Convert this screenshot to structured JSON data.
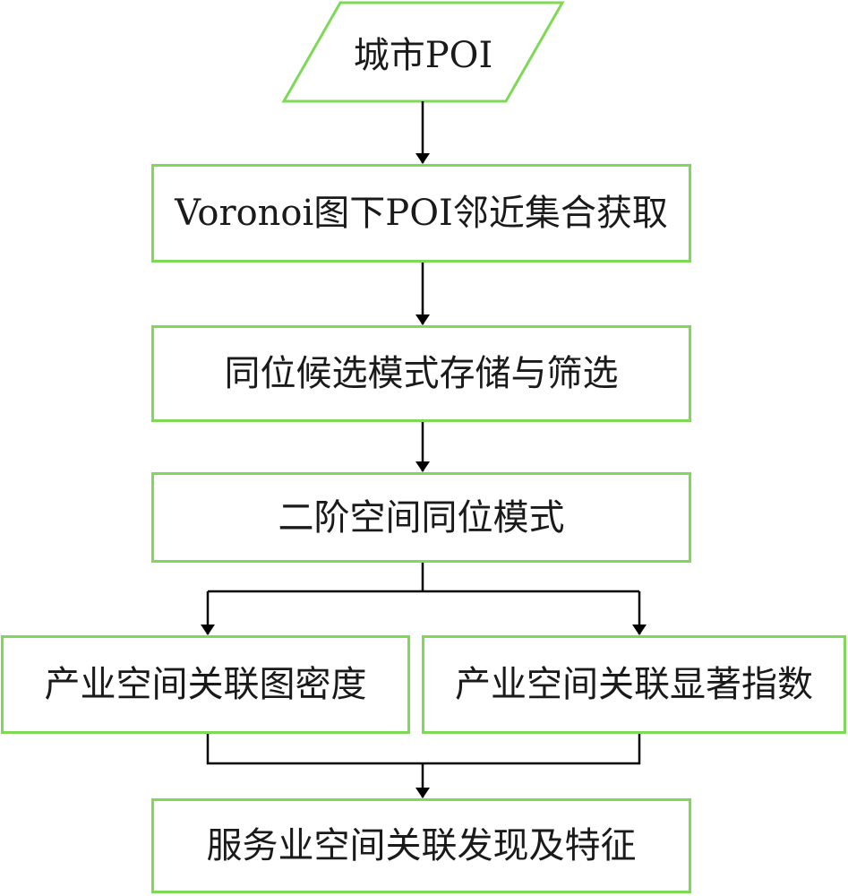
{
  "diagram": {
    "border_color": "#7ed957",
    "arrow_color": "#000000",
    "input_node": {
      "label": "城市POI",
      "shape": "parallelogram"
    },
    "steps": [
      {
        "id": "step-1",
        "label": "Voronoi图下POI邻近集合获取"
      },
      {
        "id": "step-2",
        "label": "同位候选模式存储与筛选"
      },
      {
        "id": "step-3",
        "label": "二阶空间同位模式"
      }
    ],
    "branches": [
      {
        "id": "branch-left",
        "label": "产业空间关联图密度"
      },
      {
        "id": "branch-right",
        "label": "产业空间关联显著指数"
      }
    ],
    "output_node": {
      "label": "服务业空间关联发现及特征"
    }
  }
}
